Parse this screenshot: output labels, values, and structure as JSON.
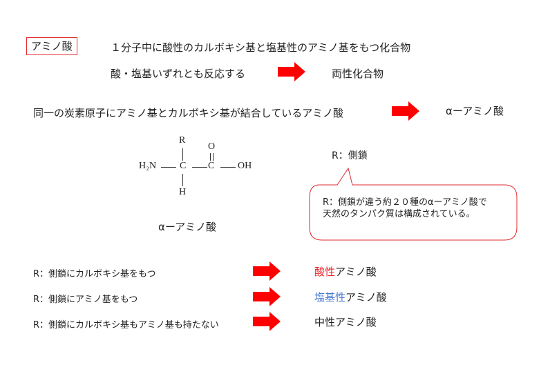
{
  "title_box": "アミノ酸",
  "definition": "１分子中に酸性のカルボキシ基と塩基性のアミノ基をもつ化合物",
  "reactivity": {
    "text": "酸・塩基いずれとも反応する",
    "result": "両性化合物"
  },
  "alpha_def": {
    "text": "同一の炭素原子にアミノ基とカルボキシ基が結合しているアミノ酸",
    "result": "αーアミノ酸"
  },
  "structure": {
    "R": "R",
    "H2N": "H₂N",
    "C1": "C",
    "C2": "C",
    "O": "O",
    "OH": "OH",
    "H": "H",
    "caption": "αーアミノ酸"
  },
  "side_chain_label": "R：側鎖",
  "callout": {
    "line1": "R：側鎖が違う約２０種のαーアミノ酸で",
    "line2": "天然のタンパク質は構成されている。"
  },
  "classification": [
    {
      "text": "R：側鎖にカルボキシ基をもつ",
      "kw": "酸性",
      "rest": "アミノ酸"
    },
    {
      "text": "R：側鎖にアミノ基をもつ",
      "kw": "塩基性",
      "rest": "アミノ酸"
    },
    {
      "text": "R：側鎖にカルボキシ基もアミノ基も持たない",
      "kw": "",
      "rest": "中性アミノ酸"
    }
  ],
  "colors": {
    "arrow": "#ff0000",
    "acidic": "#e8262c",
    "basic": "#4a7bd4",
    "callout_border": "#e0282e"
  }
}
